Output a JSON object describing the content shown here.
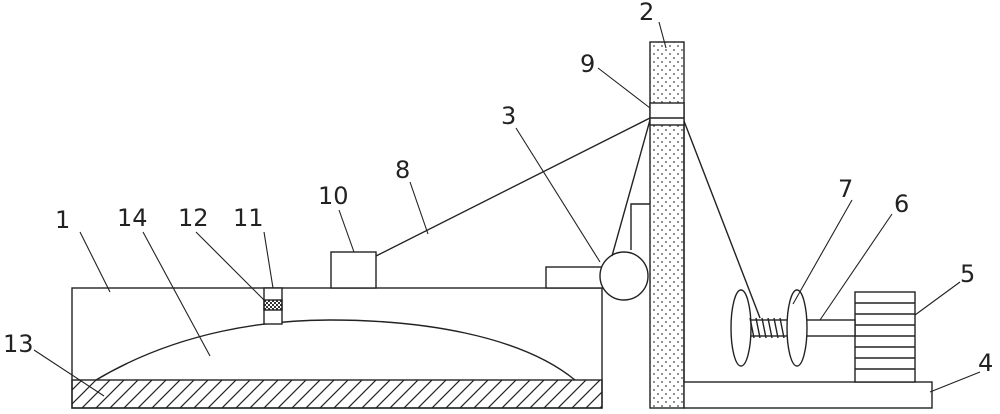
{
  "labels": {
    "l1": "1",
    "l2": "2",
    "l3": "3",
    "l4": "4",
    "l5": "5",
    "l6": "6",
    "l7": "7",
    "l8": "8",
    "l9": "9",
    "l10": "10",
    "l11": "11",
    "l12": "12",
    "l13": "13",
    "l14": "14"
  },
  "colors": {
    "line": "#222222",
    "background": "#ffffff"
  }
}
